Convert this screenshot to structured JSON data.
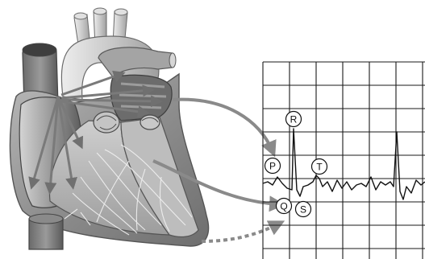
{
  "ecg_labels": {
    "p": "P",
    "q": "Q",
    "r": "R",
    "s": "S",
    "t": "T"
  },
  "colors": {
    "heart_dark": "#5a5a5a",
    "heart_mid": "#8c8c8c",
    "heart_light": "#c8c8c8",
    "arrow": "#8a8a8a",
    "grid": "#1a1a1a",
    "trace": "#111111"
  }
}
